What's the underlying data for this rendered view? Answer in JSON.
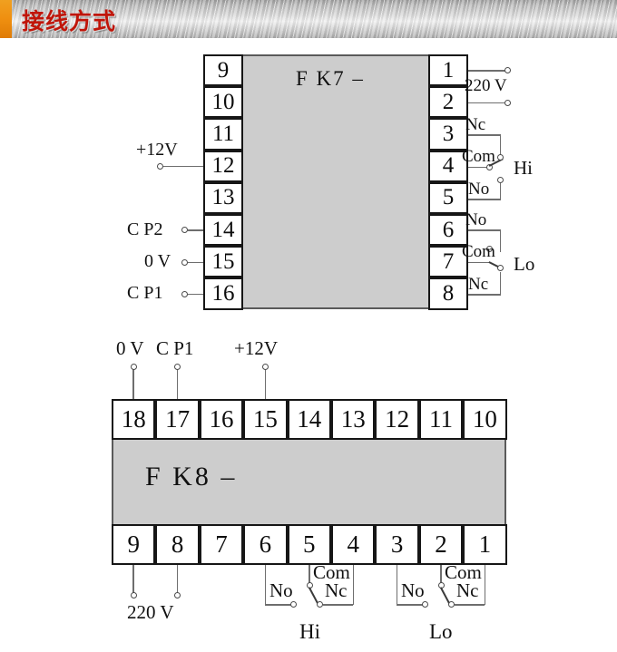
{
  "header": {
    "title": "接线方式",
    "accent_color": "#ef8f10",
    "title_color": "#c01509"
  },
  "diagrams": [
    {
      "id": "fk7",
      "title": "F K7 –",
      "body_color": "#cdcdcd",
      "left_terminals": [
        "9",
        "10",
        "11",
        "12",
        "13",
        "14",
        "15",
        "16"
      ],
      "right_terminals": [
        "1",
        "2",
        "3",
        "4",
        "5",
        "6",
        "7",
        "8"
      ],
      "left_labels": [
        {
          "text": "+12V",
          "terminal": "12"
        },
        {
          "text": "C P2",
          "terminal": "14"
        },
        {
          "text": "0 V",
          "terminal": "15"
        },
        {
          "text": "C P1",
          "terminal": "16"
        }
      ],
      "right_groups": [
        {
          "name": "220V",
          "label": "220 V",
          "terminals": [
            "1",
            "2"
          ]
        },
        {
          "name": "Hi",
          "label": "Hi",
          "contacts": [
            {
              "text": "Nc",
              "terminal": "3"
            },
            {
              "text": "Com",
              "terminal": "4"
            },
            {
              "text": "No",
              "terminal": "5"
            }
          ]
        },
        {
          "name": "Lo",
          "label": "Lo",
          "contacts": [
            {
              "text": "No",
              "terminal": "6"
            },
            {
              "text": "Com",
              "terminal": "7"
            },
            {
              "text": "Nc",
              "terminal": "8"
            }
          ]
        }
      ]
    },
    {
      "id": "fk8",
      "title": "F K8 –",
      "body_color": "#cdcdcd",
      "top_terminals": [
        "18",
        "17",
        "16",
        "15",
        "14",
        "13",
        "12",
        "11",
        "10"
      ],
      "bottom_terminals": [
        "9",
        "8",
        "7",
        "6",
        "5",
        "4",
        "3",
        "2",
        "1"
      ],
      "top_labels": [
        {
          "text": "0 V",
          "terminal": "18"
        },
        {
          "text": "C P1",
          "terminal": "17"
        },
        {
          "text": "+12V",
          "terminal": "15"
        }
      ],
      "bottom_groups": [
        {
          "name": "220V",
          "label": "220 V",
          "terminals": [
            "9",
            "8"
          ]
        },
        {
          "name": "Hi",
          "label": "Hi",
          "contacts": [
            {
              "text": "No",
              "terminal": "6"
            },
            {
              "text": "Com",
              "terminal": "5"
            },
            {
              "text": "Nc",
              "terminal": "4"
            }
          ]
        },
        {
          "name": "Lo",
          "label": "Lo",
          "contacts": [
            {
              "text": "No",
              "terminal": "3"
            },
            {
              "text": "Com",
              "terminal": "2"
            },
            {
              "text": "Nc",
              "terminal": "1"
            }
          ]
        }
      ]
    }
  ]
}
